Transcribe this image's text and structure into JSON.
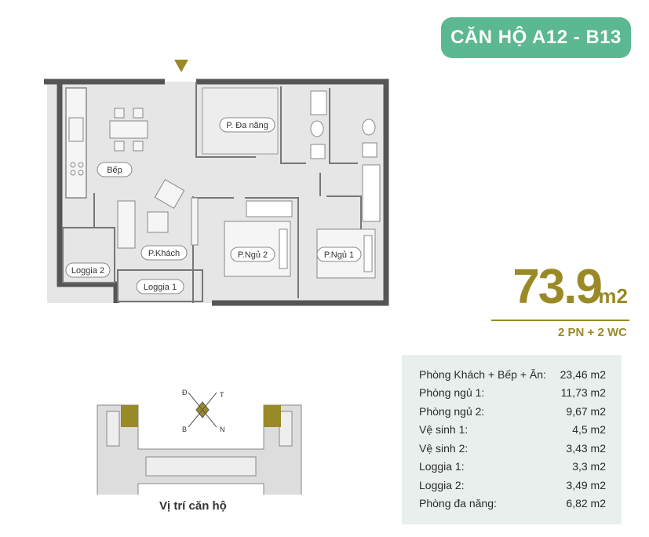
{
  "header": {
    "title": "CĂN HỘ A12 - B13"
  },
  "summary": {
    "area_value": "73.9",
    "area_unit": "m2",
    "rooms": "2 PN + 2 WC"
  },
  "floorplan": {
    "labels": {
      "kitchen": "Bếp",
      "living": "P.Khách",
      "multipurpose": "P. Đa năng",
      "bedroom1": "P.Ngủ 1",
      "bedroom2": "P.Ngủ 2",
      "loggia1": "Loggia 1",
      "loggia2": "Loggia 2"
    }
  },
  "area_table": {
    "rows": [
      {
        "label": "Phòng Khách + Bếp + Ăn:",
        "value": "23,46 m2"
      },
      {
        "label": "Phòng ngủ 1:",
        "value": "11,73 m2"
      },
      {
        "label": "Phòng ngủ 2:",
        "value": "9,67 m2"
      },
      {
        "label": "Vệ sinh 1:",
        "value": "4,5 m2"
      },
      {
        "label": "Vệ sinh 2:",
        "value": "3,43 m2"
      },
      {
        "label": "Loggia 1:",
        "value": "3,3 m2"
      },
      {
        "label": "Loggia 2:",
        "value": "3,49 m2"
      },
      {
        "label": "Phòng đa năng:",
        "value": "6,82 m2"
      }
    ]
  },
  "location": {
    "caption": "Vị trí căn hộ",
    "compass": {
      "n": "Đ",
      "e": "T",
      "s": "B",
      "w": "N"
    }
  },
  "colors": {
    "badge": "#5cb891",
    "gold": "#9a8a27",
    "table_bg": "#e9efec",
    "highlight": "#9a8a27"
  }
}
